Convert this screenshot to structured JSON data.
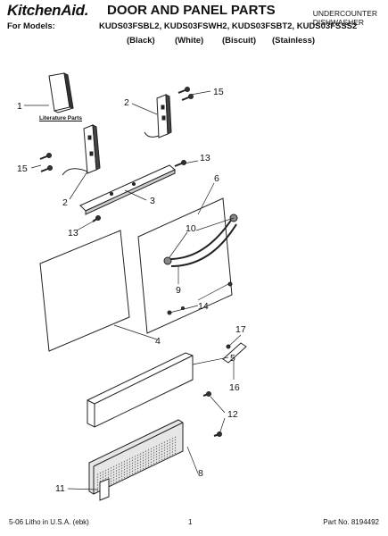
{
  "header": {
    "brand": "KitchenAid.",
    "title": "DOOR AND PANEL PARTS",
    "models_prefix": "For Models:",
    "models": "KUDS03FSBL2, KUDS03FSWH2, KUDS03FSBT2, KUDS03FSSS2",
    "colors": [
      "(Black)",
      "(White)",
      "(Biscuit)",
      "(Stainless)"
    ],
    "category_line1": "UNDERCOUNTER",
    "category_line2": "DISHWASHER"
  },
  "labels": {
    "literature_parts": "Literature Parts"
  },
  "callouts": {
    "c1": "1",
    "c2a": "2",
    "c2b": "2",
    "c3": "3",
    "c4": "4",
    "c5": "5",
    "c6": "6",
    "c8": "8",
    "c9": "9",
    "c10": "10",
    "c11": "11",
    "c12": "12",
    "c13a": "13",
    "c13b": "13",
    "c14": "14",
    "c15a": "15",
    "c15b": "15",
    "c16": "16",
    "c17": "17"
  },
  "footer": {
    "litho": "5-06 Litho in U.S.A. (ebk)",
    "page": "1",
    "part_no": "Part No. 8194492"
  }
}
